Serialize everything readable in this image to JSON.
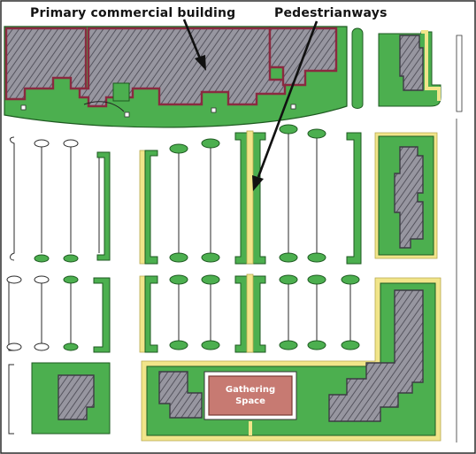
{
  "callouts": {
    "primary_building": "Primary commercial building",
    "pedestrian_ways": "Pedestrianways"
  },
  "gathering_space": {
    "line1": "Gathering",
    "line2": "Space"
  },
  "colors": {
    "landscape_green": "#4caf4f",
    "building_gray": "#8b8a94",
    "building_outline": "#8a2a40",
    "walkway_yellow": "#f1e58a",
    "gathering_fill": "#c77a72",
    "road_white": "#ffffff",
    "ink": "#1a1a1a"
  }
}
